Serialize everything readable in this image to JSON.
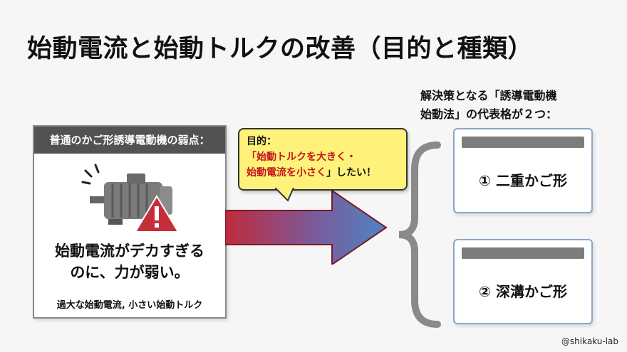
{
  "title": "始動電流と始動トルクの改善（目的と種類）",
  "left_card": {
    "header": "普通のかご形誘導電動機の弱点：",
    "main_line1": "始動電流がデカすぎる",
    "main_line2": "のに、力が弱い。",
    "sub": "過大な始動電流, 小さい始動トルク",
    "icons": [
      "motor-icon",
      "warning-icon"
    ]
  },
  "bubble": {
    "label": "目的：",
    "goal_line1": "「始動トルクを大きく・",
    "goal_line2_red": "始動電流を小さく",
    "goal_line2_rest": "」したい！"
  },
  "right_header": {
    "line1": "解決策となる「誘導電動機",
    "line2": "始動法」の代表格が２つ："
  },
  "solutions": [
    {
      "label": "① 二重かご形"
    },
    {
      "label": "② 深溝かご形"
    }
  ],
  "watermark": "@shikaku-lab",
  "colors": {
    "header_bg": "#525252",
    "warning_red": "#c62f3a",
    "bubble_yellow": "#fff27a",
    "arrow_start": "#c02a3c",
    "arrow_end": "#4f84c4",
    "card_border_right": "#8aa8c8"
  }
}
